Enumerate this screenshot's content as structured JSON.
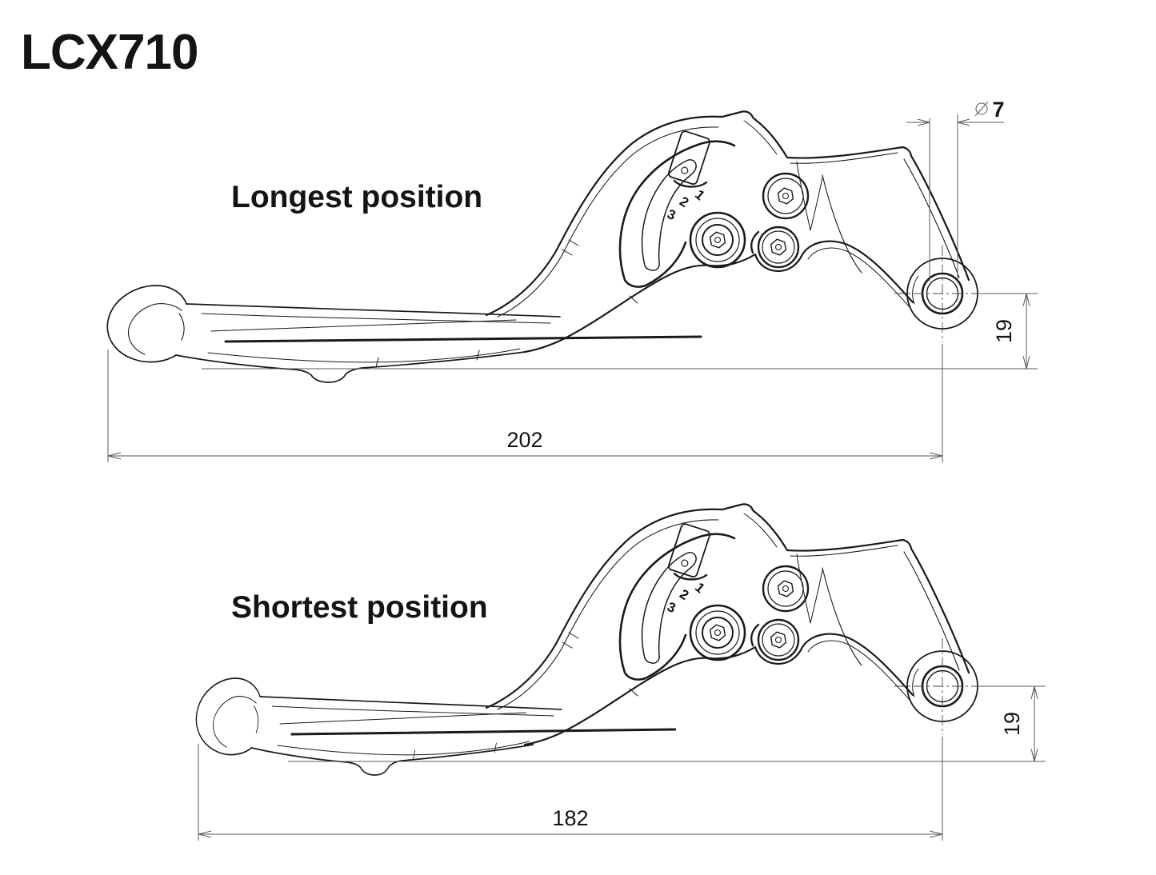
{
  "title": "LCX710",
  "views": [
    {
      "id": "longest",
      "label": "Longest position",
      "length": "202",
      "height": "19"
    },
    {
      "id": "shortest",
      "label": "Shortest position",
      "length": "182",
      "height": "19"
    }
  ],
  "pivot_hole": {
    "diameter_symbol": "⌀",
    "diameter_value": "7"
  },
  "adjuster": {
    "position_labels": [
      "3",
      "2",
      "1"
    ]
  },
  "colors": {
    "line": "#1a1a1a",
    "dimension": "#5a5a5a",
    "text": "#141414",
    "background": "#ffffff"
  }
}
